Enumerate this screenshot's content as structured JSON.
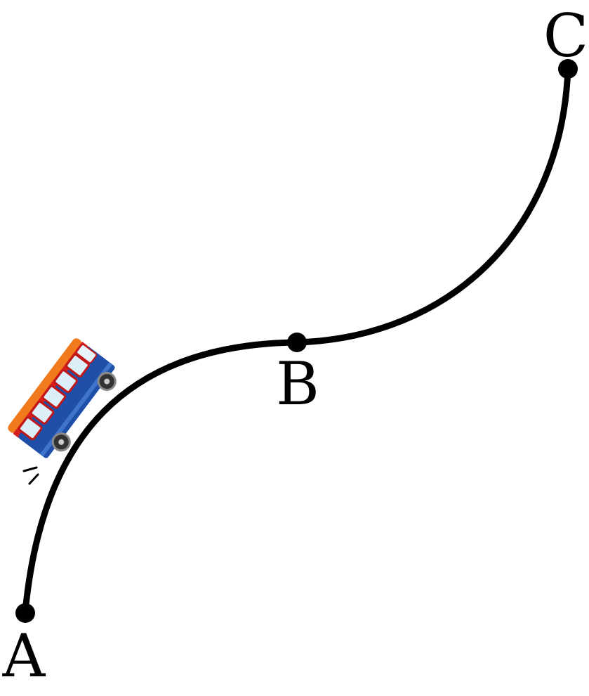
{
  "diagram": {
    "points": [
      {
        "id": "A",
        "label": "A"
      },
      {
        "id": "B",
        "label": "B"
      },
      {
        "id": "C",
        "label": "C"
      }
    ],
    "colors": {
      "track": "#000000",
      "bus_body": "#1f4fa8",
      "bus_roof": "#f07a1c",
      "bus_trim": "#d81e1e",
      "bus_window": "#dceef8",
      "bus_wheel": "#333333"
    },
    "icon": "bus-icon"
  }
}
